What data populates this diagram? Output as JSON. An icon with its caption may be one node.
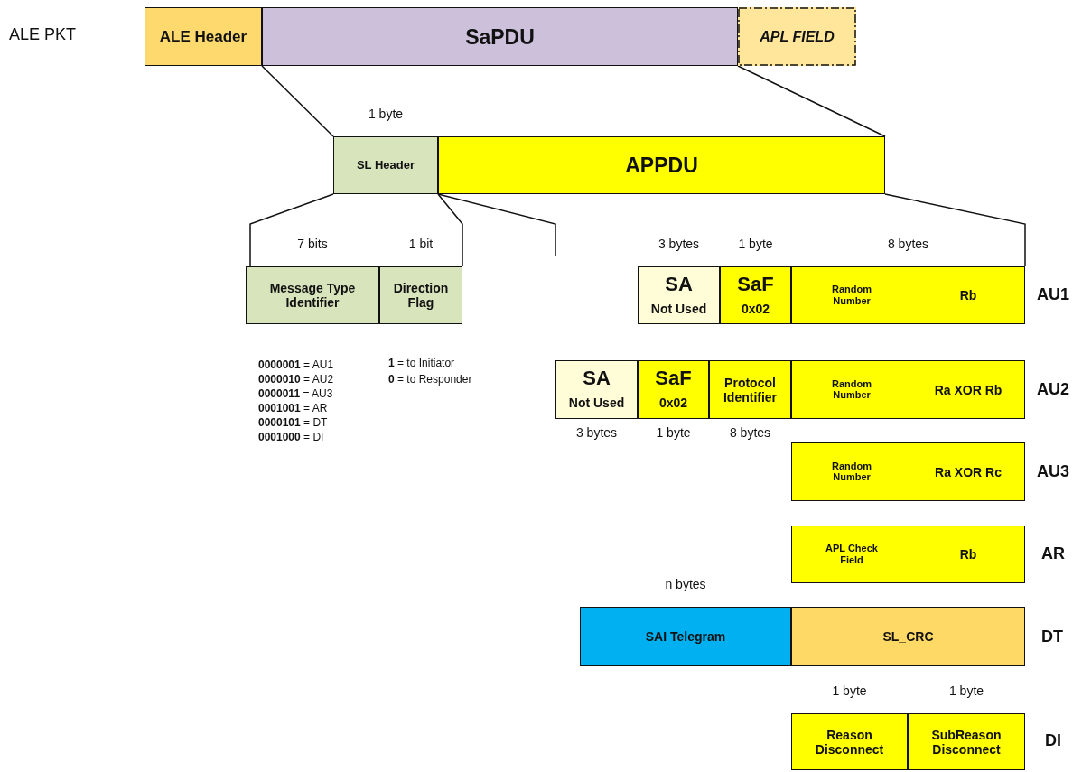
{
  "diagram": {
    "nodes": [
      {
        "text": [
          "ALE Header"
        ]
      },
      {
        "text": [
          "SaPDU"
        ]
      },
      {
        "text": [
          "APL FIELD"
        ]
      },
      {
        "text": [
          "SL Header"
        ],
        "beside": [
          "1 byte"
        ]
      },
      {
        "text": [
          "APPDU"
        ]
      },
      {
        "text": [
          "Message Type Identifier"
        ],
        "beside": [
          "7 bits"
        ]
      },
      {
        "text": [
          "Direction Flag"
        ],
        "beside": [
          "1 bit"
        ]
      },
      {
        "text": [
          "SA",
          "Not Used"
        ],
        "beside": [
          "3 bytes"
        ]
      },
      {
        "text": [
          "SaF",
          "0x02"
        ],
        "beside": [
          "1 byte"
        ]
      },
      {
        "text": [
          "Random Number",
          "Rb"
        ],
        "beside": [
          "8 bytes"
        ]
      },
      {
        "text": [
          "SA",
          "Not Used"
        ],
        "beside": [
          "3 bytes"
        ]
      },
      {
        "text": [
          "SaF",
          "0x02"
        ],
        "beside": [
          "1 byte"
        ]
      },
      {
        "text": [
          "Protocol Identifier"
        ],
        "beside": [
          "8 bytes"
        ]
      },
      {
        "text": [
          "Random Number",
          "Ra XOR Rb"
        ]
      },
      {
        "text": [
          "Random Number",
          "Ra XOR Rc"
        ]
      },
      {
        "text": [
          "APL Check Field",
          "Rb"
        ]
      },
      {
        "text": [
          "SAI Telegram"
        ],
        "beside": [
          "n bytes"
        ]
      },
      {
        "text": [
          "SL_CRC"
        ]
      },
      {
        "text": [
          "Reason Disconnect"
        ],
        "beside": [
          "1 byte"
        ]
      },
      {
        "text": [
          "SubReason Disconnect"
        ],
        "beside": [
          "1 byte"
        ]
      }
    ],
    "edges": [
      {
        "from": 1,
        "to": 3,
        "arrow": "none"
      },
      {
        "from": 1,
        "to": 4,
        "arrow": "none"
      },
      {
        "from": 3,
        "to": 5,
        "arrow": "none"
      },
      {
        "from": 3,
        "to": 6,
        "arrow": "none"
      },
      {
        "from": 4,
        "to": null,
        "arrow": "none"
      },
      {
        "from": 4,
        "to": 9,
        "arrow": "none"
      }
    ],
    "labels": [
      "ALE PKT",
      "AU1",
      "**0000001** = AU1",
      "**0000010** = AU2",
      "**0000011** = AU3",
      "**0001001** = AR",
      "**0000101** = DT",
      "**0001000** = DI",
      "**1** = to Initiator",
      "**0** = to Responder",
      "AU2",
      "AU3",
      "AR",
      "DT",
      "DI"
    ]
  }
}
